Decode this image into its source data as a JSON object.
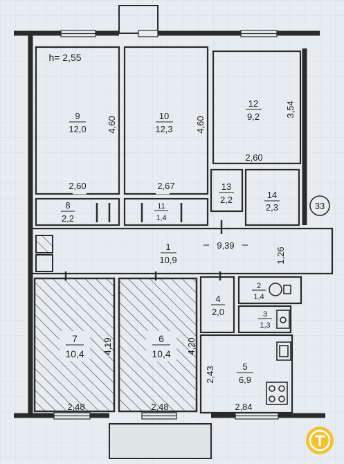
{
  "ceiling_height": "h= 2,55",
  "apartment_number": "33",
  "rooms": [
    {
      "id": "r9",
      "number": "9",
      "area": "12,0"
    },
    {
      "id": "r10",
      "number": "10",
      "area": "12,3"
    },
    {
      "id": "r12",
      "number": "12",
      "area": "9,2"
    },
    {
      "id": "r13",
      "number": "13",
      "area": "2,2"
    },
    {
      "id": "r14",
      "number": "14",
      "area": "2,3"
    },
    {
      "id": "r8",
      "number": "8",
      "area": "2,2"
    },
    {
      "id": "r11",
      "number": "11",
      "area": "1,4"
    },
    {
      "id": "r1",
      "number": "1",
      "area": "10,9"
    },
    {
      "id": "r2",
      "number": "2",
      "area": "1,4"
    },
    {
      "id": "r3",
      "number": "3",
      "area": "1,3"
    },
    {
      "id": "r4",
      "number": "4",
      "area": "2,0"
    },
    {
      "id": "r5",
      "number": "5",
      "area": "6,9"
    },
    {
      "id": "r6",
      "number": "6",
      "area": "10,4"
    },
    {
      "id": "r7",
      "number": "7",
      "area": "10,4"
    }
  ],
  "dimensions": {
    "r9_width": "2,60",
    "r9_length": "4,60",
    "r10_width": "2,67",
    "r10_length": "4,60",
    "r12_width": "2,60",
    "r12_length": "3,54",
    "corridor_length": "9,39",
    "corridor_width": "1,26",
    "r7_width": "2,48",
    "r7_length": "4,19",
    "r6_width": "2,48",
    "r6_length": "4,20",
    "r5_width": "2,84",
    "r5_length": "2,43"
  },
  "colors": {
    "wall": "#2a2a2a",
    "paper": "#e6ecef",
    "grid": "#c9d3d9",
    "badge": "#f2c230"
  },
  "icons": [
    "toilet-icon",
    "sink-icon",
    "kitchen-sink-icon",
    "stove-icon",
    "watermark-logo-icon"
  ]
}
